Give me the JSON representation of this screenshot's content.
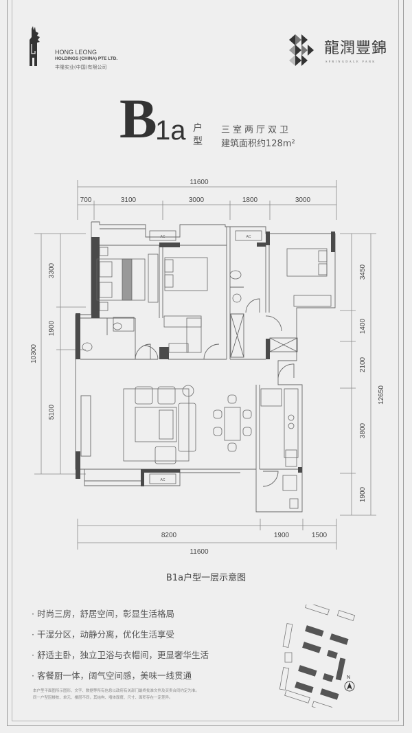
{
  "header": {
    "developer_logo": {
      "line1": "HONG LEONG",
      "line2": "HOLDINGS (CHINA) PTE LTD.",
      "line3": "丰隆实业(中国)有限公司"
    },
    "project_logo": {
      "name": "龍潤豐錦",
      "name_en": "SPRINGDALE PARK"
    }
  },
  "title": {
    "type_letter": "B",
    "type_suffix": "1a",
    "hu": "户",
    "xing": "型",
    "rooms": "三室两厅双卫",
    "area": "建筑面积约128m²"
  },
  "dimensions": {
    "top_total": "11600",
    "top_segments": [
      "700",
      "3100",
      "3000",
      "1800",
      "3000"
    ],
    "left_total": "10300",
    "left_segments": [
      "3300",
      "1900",
      "5100"
    ],
    "right_total": "12650",
    "right_segments": [
      "3450",
      "1400",
      "2100",
      "3800",
      "1900"
    ],
    "bottom_total": "11600",
    "bottom_segments": [
      "8200",
      "1900",
      "1500"
    ],
    "ac_labels": [
      "AC",
      "AC",
      "AC"
    ]
  },
  "caption": "B1a户型一层示意图",
  "features": [
    "· 时尚三房，舒居空间，彰显生活格局",
    "· 干湿分区，动静分离，优化生活享受",
    "· 舒适主卧，独立卫浴与衣帽间，更显奢华生活",
    "· 客餐厨一体，阔气空间感，美味一线贯通"
  ],
  "disclaimer": [
    "本户型平面图所示图形、文字、数据等所有信息以政府有关部门最终批准文件及买卖合同约定为准。",
    "同一户型因楼栋、单元、楼层不同，其结构、墙体厚度、尺寸、面积存在一定差异。"
  ],
  "site_plan": {
    "north_label": "N"
  },
  "colors": {
    "background": "#efefef",
    "wall": "#4a4a4a",
    "line": "#777777",
    "text": "#444444"
  }
}
